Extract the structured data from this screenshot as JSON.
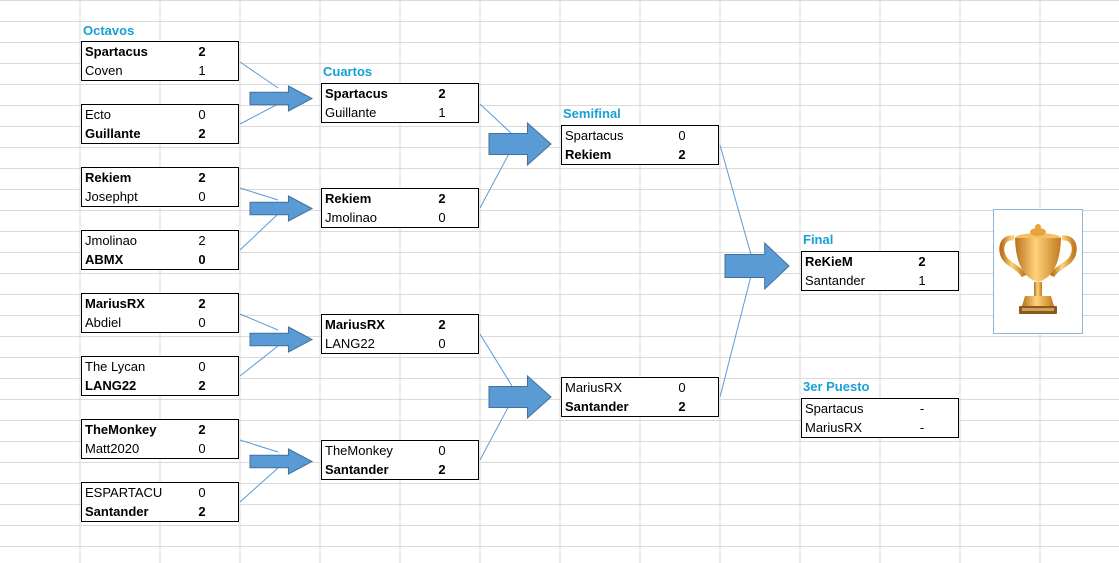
{
  "stages": {
    "octavos": "Octavos",
    "cuartos": "Cuartos",
    "semifinal": "Semifinal",
    "final": "Final",
    "tercer": "3er Puesto"
  },
  "matches": {
    "o1": [
      {
        "name": "Spartacus",
        "score": "2",
        "winner": true
      },
      {
        "name": "Coven",
        "score": "1",
        "winner": false
      }
    ],
    "o2": [
      {
        "name": "Ecto",
        "score": "0",
        "winner": false
      },
      {
        "name": "Guillante",
        "score": "2",
        "winner": true
      }
    ],
    "o3": [
      {
        "name": "Rekiem",
        "score": "2",
        "winner": true
      },
      {
        "name": "Josephpt",
        "score": "0",
        "winner": false
      }
    ],
    "o4": [
      {
        "name": "Jmolinao",
        "score": "2",
        "winner": false
      },
      {
        "name": "ABMX",
        "score": "0",
        "winner": true
      }
    ],
    "o5": [
      {
        "name": "MariusRX",
        "score": "2",
        "winner": true
      },
      {
        "name": "Abdiel",
        "score": "0",
        "winner": false
      }
    ],
    "o6": [
      {
        "name": "The Lycan",
        "score": "0",
        "winner": false
      },
      {
        "name": "LANG22",
        "score": "2",
        "winner": true
      }
    ],
    "o7": [
      {
        "name": "TheMonkey",
        "score": "2",
        "winner": true
      },
      {
        "name": "Matt2020",
        "score": "0",
        "winner": false
      }
    ],
    "o8": [
      {
        "name": "ESPARTACU",
        "score": "0",
        "winner": false
      },
      {
        "name": "Santander",
        "score": "2",
        "winner": true
      }
    ],
    "c1": [
      {
        "name": "Spartacus",
        "score": "2",
        "winner": true
      },
      {
        "name": "Guillante",
        "score": "1",
        "winner": false
      }
    ],
    "c2": [
      {
        "name": "Rekiem",
        "score": "2",
        "winner": true
      },
      {
        "name": "Jmolinao",
        "score": "0",
        "winner": false
      }
    ],
    "c3": [
      {
        "name": "MariusRX",
        "score": "2",
        "winner": true
      },
      {
        "name": "LANG22",
        "score": "0",
        "winner": false
      }
    ],
    "c4": [
      {
        "name": "TheMonkey",
        "score": "0",
        "winner": false
      },
      {
        "name": "Santander",
        "score": "2",
        "winner": true
      }
    ],
    "s1": [
      {
        "name": "Spartacus",
        "score": "0",
        "winner": false
      },
      {
        "name": "Rekiem",
        "score": "2",
        "winner": true
      }
    ],
    "s2": [
      {
        "name": "MariusRX",
        "score": "0",
        "winner": false
      },
      {
        "name": "Santander",
        "score": "2",
        "winner": true
      }
    ],
    "f": [
      {
        "name": "ReKieM",
        "score": "2",
        "winner": true
      },
      {
        "name": "Santander",
        "score": "1",
        "winner": false
      }
    ],
    "t": [
      {
        "name": "Spartacus",
        "score": "-",
        "winner": false
      },
      {
        "name": "MariusRX",
        "score": "-",
        "winner": false
      }
    ]
  },
  "colors": {
    "stage_title": "#19a0d2",
    "arrow_fill": "#5b9bd5",
    "arrow_stroke": "#41719c",
    "connector": "#5b9bd5",
    "gridline": "#d9d9d9",
    "trophy_gold": "#e8a33a"
  },
  "icons": {
    "advance_arrow": "right-arrow-icon",
    "trophy": "trophy-icon"
  }
}
